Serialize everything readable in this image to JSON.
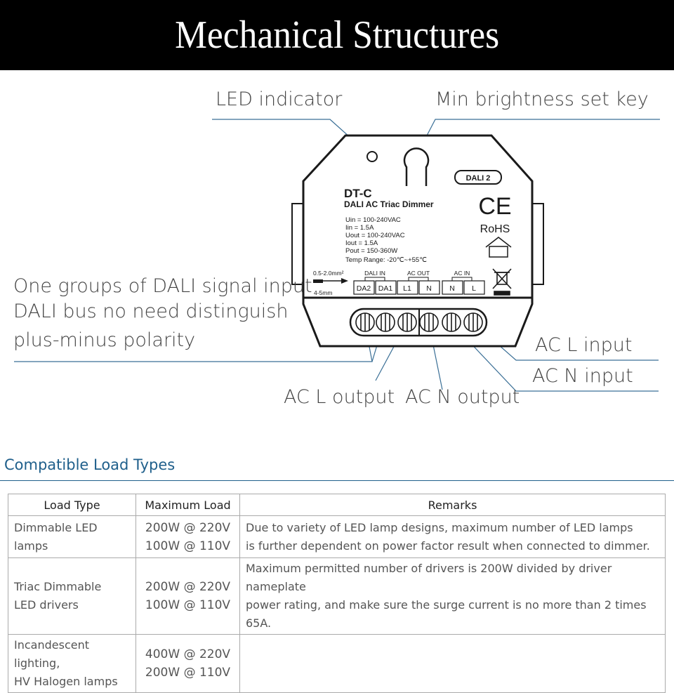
{
  "header": {
    "title": "Mechanical Structures"
  },
  "device": {
    "model": "DT-C",
    "name": "DALI AC Triac Dimmer",
    "specs": [
      "Uin  = 100-240VAC",
      "Iin   = 1.5A",
      "Uout = 100-240VAC",
      "Iout  = 1.5A",
      "Pout  = 150-360W",
      "Temp Range: -20℃~+55℃"
    ],
    "dali_logo": "DALI 2",
    "ce_mark": "CE",
    "rohs": "RoHS",
    "wire_gauge": "0.5-2.0mm²",
    "strip_length": "4-5mm",
    "terminal_groups": {
      "dali_in": "DALI IN",
      "ac_out": "AC OUT",
      "ac_in": "AC IN"
    },
    "terminals": [
      "DA2",
      "DA1",
      "L1",
      "N",
      "N",
      "L"
    ]
  },
  "callouts": {
    "led_indicator": "LED indicator",
    "min_brightness": "Min brightness set key",
    "dali_input_line1": "One groups of DALI signal input",
    "dali_input_line2": "DALI bus no need  distinguish",
    "dali_input_line3": "plus-minus polarity",
    "ac_l_input": "AC L input",
    "ac_n_input": "AC N input",
    "ac_l_output": "AC L output",
    "ac_n_output": "AC N output"
  },
  "section": {
    "title": "Compatible Load Types"
  },
  "table": {
    "headers": [
      "Load Type",
      "Maximum Load",
      "Remarks"
    ],
    "rows": [
      {
        "type": [
          "Dimmable LED lamps"
        ],
        "load": [
          "200W @ 220V",
          "100W @ 110V"
        ],
        "remarks": [
          "Due to variety of LED lamp designs, maximum number of LED lamps",
          "is further dependent on power factor result when connected to dimmer."
        ]
      },
      {
        "type": [
          "Triac Dimmable",
          "LED drivers"
        ],
        "load": [
          "200W @ 220V",
          "100W @ 110V"
        ],
        "remarks": [
          "Maximum permitted number of drivers is 200W divided by driver nameplate",
          "power rating, and make sure the surge current is no more than 2 times 65A."
        ]
      },
      {
        "type": [
          "Incandescent lighting,",
          "HV Halogen lamps"
        ],
        "load": [
          "400W @ 220V",
          "200W @ 110V"
        ],
        "remarks": []
      }
    ]
  },
  "colors": {
    "banner": "#000000",
    "accent": "#1f5f8b",
    "device_stroke": "#1a1a1a"
  }
}
